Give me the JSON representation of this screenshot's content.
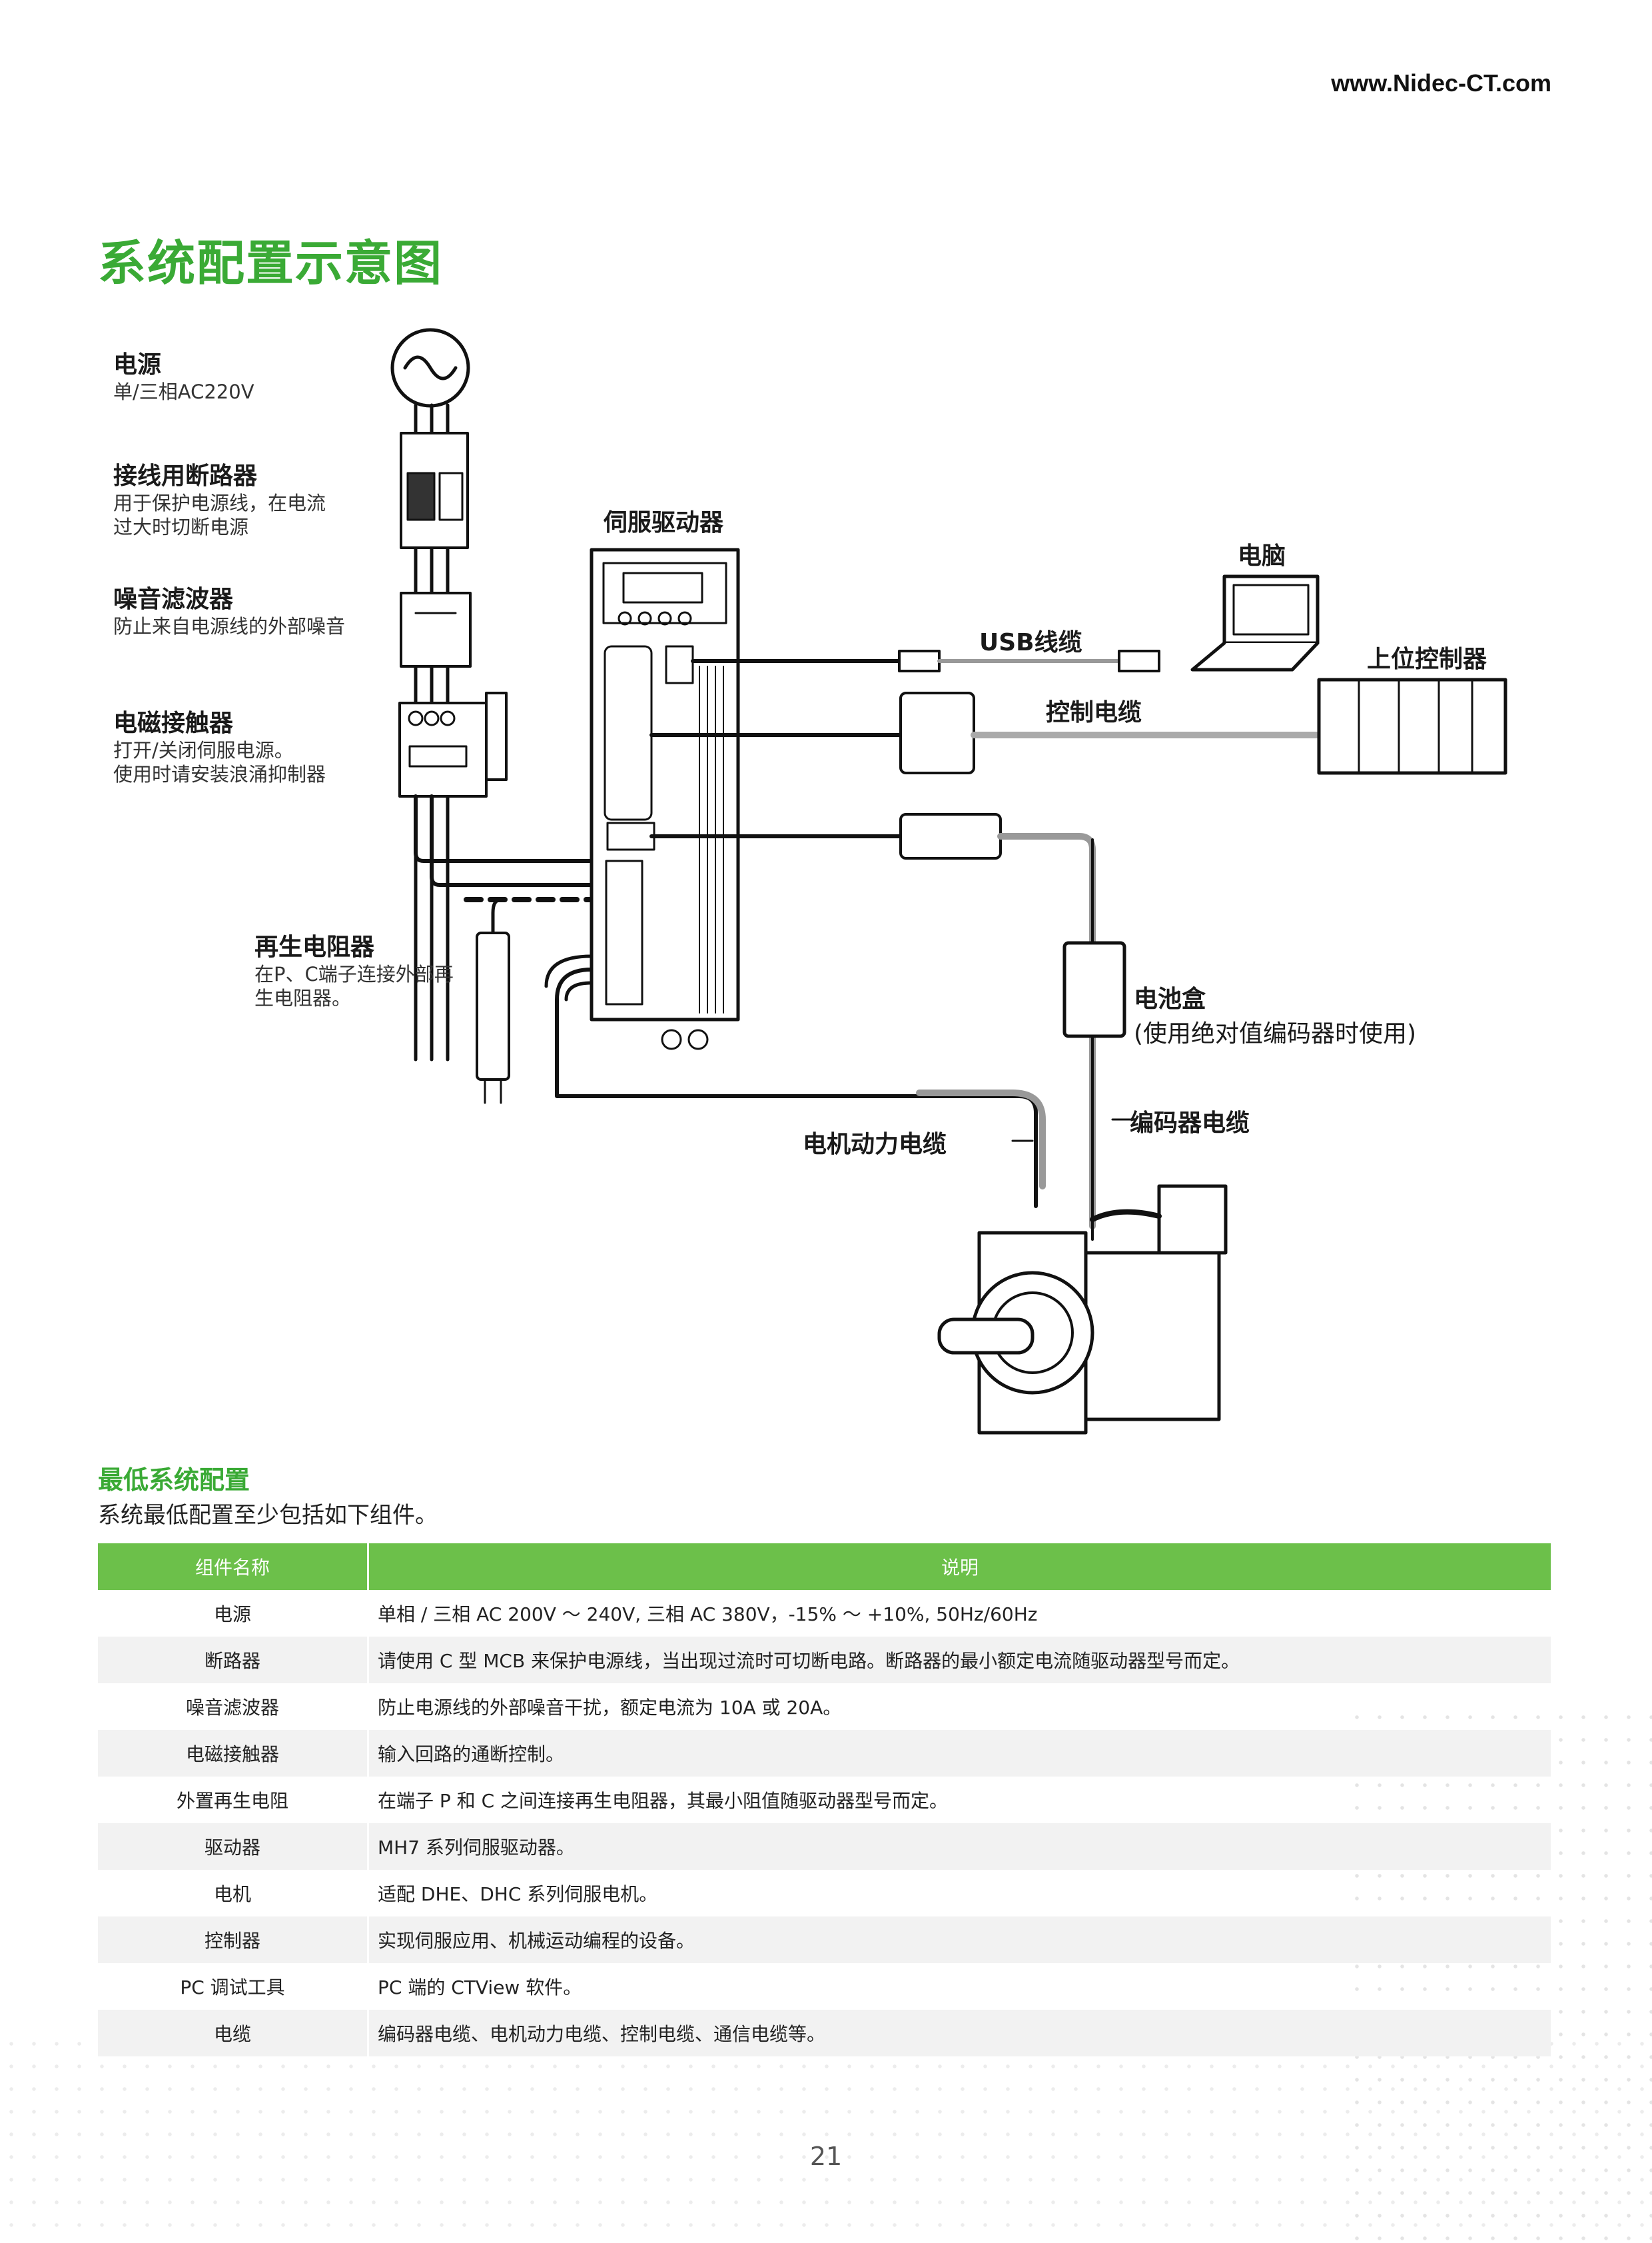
{
  "header": {
    "url": "www.Nidec-CT.com"
  },
  "page_title": "系统配置示意图",
  "diagram": {
    "power": {
      "title": "电源",
      "desc": "单/三相AC220V"
    },
    "breaker": {
      "title": "接线用断路器",
      "desc1": "用于保护电源线，在电流",
      "desc2": "过大时切断电源"
    },
    "filter": {
      "title": "噪音滤波器",
      "desc": "防止来自电源线的外部噪音"
    },
    "contactor": {
      "title": "电磁接触器",
      "desc1": "打开/关闭伺服电源。",
      "desc2": "使用时请安装浪涌抑制器"
    },
    "regen": {
      "title": "再生电阻器",
      "desc1": "在P、C端子连接外部再",
      "desc2": "生电阻器。"
    },
    "drive": {
      "title": "伺服驱动器"
    },
    "pc": {
      "title": "电脑"
    },
    "usb": {
      "title": "USB线缆"
    },
    "controller": {
      "title": "上位控制器"
    },
    "control_cable": {
      "title": "控制电缆"
    },
    "battery": {
      "title": "电池盒",
      "desc": "(使用绝对值编码器时使用)"
    },
    "encoder_cable": {
      "title": "编码器电缆"
    },
    "power_cable": {
      "title": "电机动力电缆"
    }
  },
  "section": {
    "title": "最低系统配置",
    "subtitle": "系统最低配置至少包括如下组件。"
  },
  "table": {
    "headers": [
      "组件名称",
      "说明"
    ],
    "rows": [
      {
        "name": "电源",
        "desc": "单相 / 三相 AC 200V ～ 240V, 三相 AC 380V，-15% ～ +10%, 50Hz/60Hz"
      },
      {
        "name": "断路器",
        "desc": "请使用 C 型 MCB 来保护电源线，当出现过流时可切断电路。断路器的最小额定电流随驱动器型号而定。"
      },
      {
        "name": "噪音滤波器",
        "desc": "防止电源线的外部噪音干扰，额定电流为 10A 或 20A。"
      },
      {
        "name": "电磁接触器",
        "desc": "输入回路的通断控制。"
      },
      {
        "name": "外置再生电阻",
        "desc": "在端子 P 和 C 之间连接再生电阻器，其最小阻值随驱动器型号而定。"
      },
      {
        "name": "驱动器",
        "desc": "MH7 系列伺服驱动器。"
      },
      {
        "name": "电机",
        "desc": "适配 DHE、DHC 系列伺服电机。"
      },
      {
        "name": "控制器",
        "desc": "实现伺服应用、机械运动编程的设备。"
      },
      {
        "name": "PC 调试工具",
        "desc": "PC 端的 CTView 软件。"
      },
      {
        "name": "电缆",
        "desc": "编码器电缆、电机动力电缆、控制电缆、通信电缆等。"
      }
    ]
  },
  "page_number": "21"
}
